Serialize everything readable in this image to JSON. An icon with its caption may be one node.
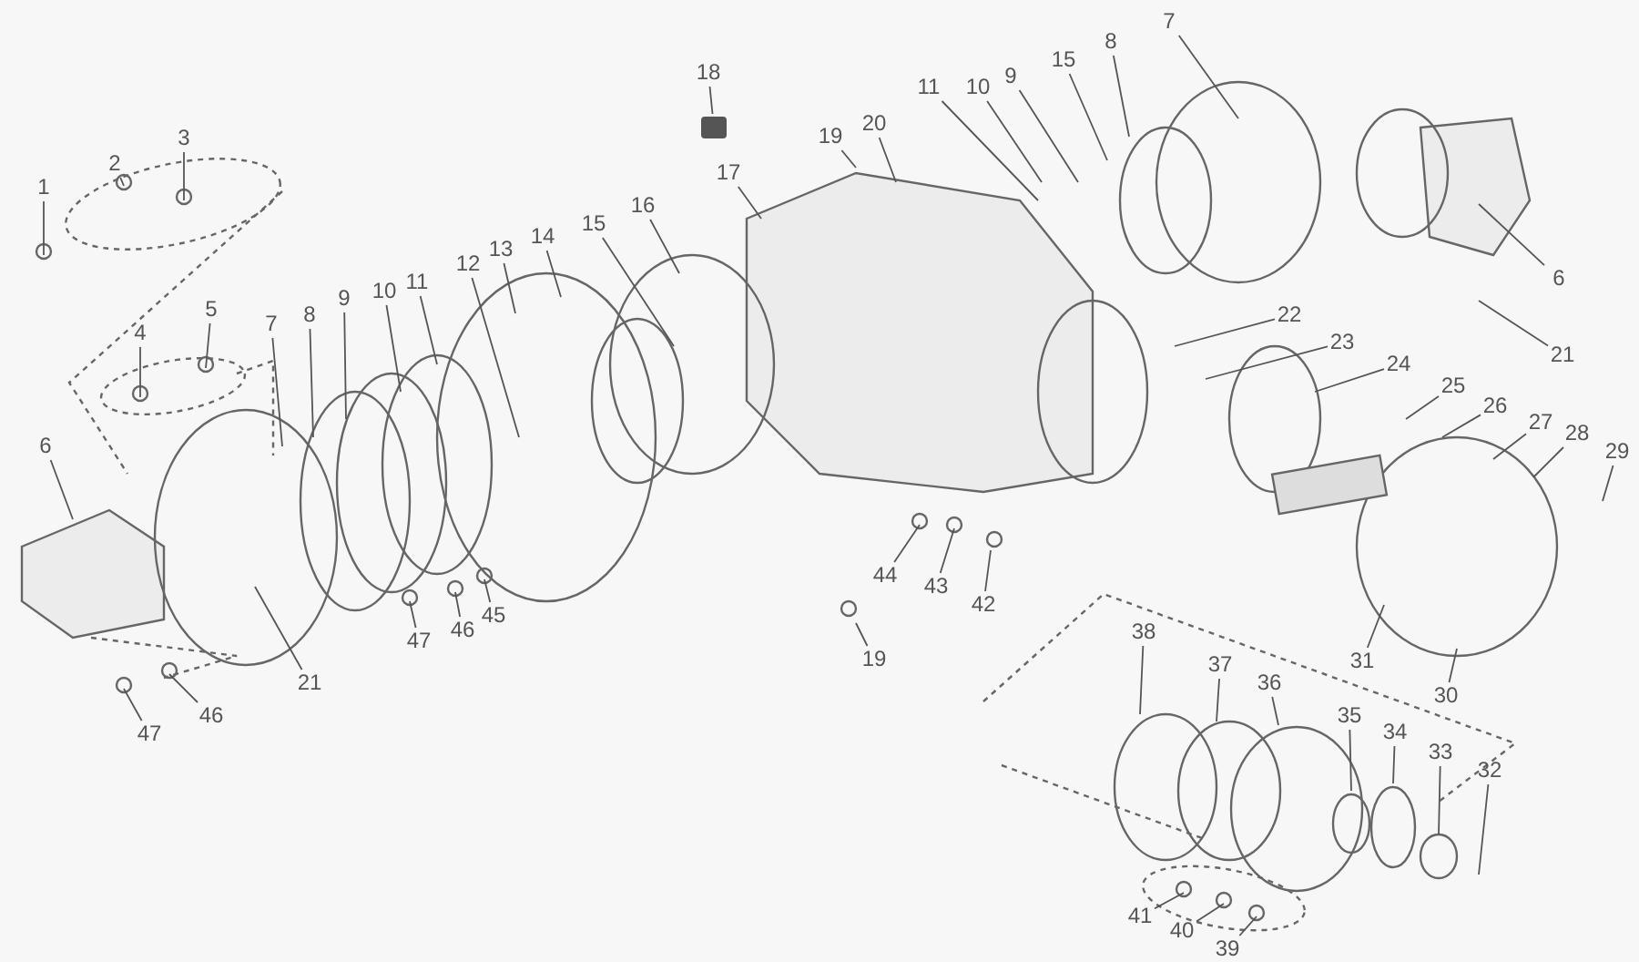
{
  "diagram": {
    "nodes": [
      {
        "text": [
          "1"
        ]
      },
      {
        "text": [
          "2"
        ]
      },
      {
        "text": [
          "3"
        ]
      },
      {
        "text": [
          "4"
        ]
      },
      {
        "text": [
          "5"
        ]
      },
      {
        "text": [
          "6"
        ]
      },
      {
        "text": [
          "7"
        ]
      },
      {
        "text": [
          "8"
        ]
      },
      {
        "text": [
          "9"
        ]
      },
      {
        "text": [
          "10"
        ]
      },
      {
        "text": [
          "11"
        ]
      },
      {
        "text": [
          "12"
        ]
      },
      {
        "text": [
          "13"
        ]
      },
      {
        "text": [
          "14"
        ]
      },
      {
        "text": [
          "15"
        ]
      },
      {
        "text": [
          "16"
        ]
      },
      {
        "text": [
          "17"
        ]
      },
      {
        "text": [
          "18"
        ]
      },
      {
        "text": [
          "19"
        ]
      },
      {
        "text": [
          "20"
        ]
      },
      {
        "text": [
          "11"
        ]
      },
      {
        "text": [
          "10"
        ]
      },
      {
        "text": [
          "9"
        ]
      },
      {
        "text": [
          "15"
        ]
      },
      {
        "text": [
          "8"
        ]
      },
      {
        "text": [
          "7"
        ]
      },
      {
        "text": [
          "6"
        ]
      },
      {
        "text": [
          "21"
        ]
      },
      {
        "text": [
          "21"
        ]
      },
      {
        "text": [
          "22"
        ]
      },
      {
        "text": [
          "23"
        ]
      },
      {
        "text": [
          "24"
        ]
      },
      {
        "text": [
          "25"
        ]
      },
      {
        "text": [
          "26"
        ]
      },
      {
        "text": [
          "27"
        ]
      },
      {
        "text": [
          "28"
        ]
      },
      {
        "text": [
          "29"
        ]
      },
      {
        "text": [
          "44"
        ]
      },
      {
        "text": [
          "43"
        ]
      },
      {
        "text": [
          "42"
        ]
      },
      {
        "text": [
          "19"
        ]
      },
      {
        "text": [
          "47"
        ]
      },
      {
        "text": [
          "46"
        ]
      },
      {
        "text": [
          "45"
        ]
      },
      {
        "text": [
          "47"
        ]
      },
      {
        "text": [
          "46"
        ]
      },
      {
        "text": [
          "31"
        ]
      },
      {
        "text": [
          "30"
        ]
      },
      {
        "text": [
          "38"
        ]
      },
      {
        "text": [
          "37"
        ]
      },
      {
        "text": [
          "36"
        ]
      },
      {
        "text": [
          "35"
        ]
      },
      {
        "text": [
          "34"
        ]
      },
      {
        "text": [
          "33"
        ]
      },
      {
        "text": [
          "32"
        ]
      },
      {
        "text": [
          "41"
        ]
      },
      {
        "text": [
          "40"
        ]
      },
      {
        "text": [
          "39"
        ]
      },
      {
        "text": [],
        "shape": "box"
      }
    ],
    "edges": [
      {
        "from": 0,
        "to": null,
        "arrow": "none"
      },
      {
        "from": 1,
        "to": null,
        "arrow": "none"
      },
      {
        "from": 2,
        "to": null,
        "arrow": "none"
      },
      {
        "from": 3,
        "to": null,
        "arrow": "none"
      },
      {
        "from": 4,
        "to": null,
        "arrow": "none"
      },
      {
        "from": 5,
        "to": null,
        "arrow": "none"
      },
      {
        "from": 6,
        "to": null,
        "arrow": "none"
      },
      {
        "from": 7,
        "to": null,
        "arrow": "none"
      },
      {
        "from": 8,
        "to": null,
        "arrow": "none"
      },
      {
        "from": 9,
        "to": null,
        "arrow": "none"
      },
      {
        "from": 10,
        "to": null,
        "arrow": "none"
      },
      {
        "from": 11,
        "to": null,
        "arrow": "none"
      },
      {
        "from": 12,
        "to": null,
        "arrow": "none"
      },
      {
        "from": 13,
        "to": null,
        "arrow": "none"
      },
      {
        "from": 14,
        "to": null,
        "arrow": "none"
      },
      {
        "from": 15,
        "to": null,
        "arrow": "none"
      },
      {
        "from": 16,
        "to": null,
        "arrow": "none"
      },
      {
        "from": 17,
        "to": 58,
        "arrow": "none"
      },
      {
        "from": 18,
        "to": null,
        "arrow": "none"
      },
      {
        "from": 19,
        "to": null,
        "arrow": "none"
      },
      {
        "from": 20,
        "to": null,
        "arrow": "none"
      },
      {
        "from": 21,
        "to": null,
        "arrow": "none"
      },
      {
        "from": 22,
        "to": null,
        "arrow": "none"
      },
      {
        "from": 23,
        "to": null,
        "arrow": "none"
      },
      {
        "from": 24,
        "to": null,
        "arrow": "none"
      },
      {
        "from": 25,
        "to": null,
        "arrow": "none"
      },
      {
        "from": 26,
        "to": null,
        "arrow": "none"
      },
      {
        "from": 27,
        "to": null,
        "arrow": "none"
      },
      {
        "from": 28,
        "to": null,
        "arrow": "none"
      },
      {
        "from": 29,
        "to": null,
        "arrow": "none"
      },
      {
        "from": 30,
        "to": null,
        "arrow": "none"
      },
      {
        "from": 31,
        "to": null,
        "arrow": "none"
      },
      {
        "from": 32,
        "to": null,
        "arrow": "none"
      },
      {
        "from": 33,
        "to": null,
        "arrow": "none"
      },
      {
        "from": 34,
        "to": null,
        "arrow": "none"
      },
      {
        "from": 35,
        "to": null,
        "arrow": "none"
      },
      {
        "from": 36,
        "to": null,
        "arrow": "none"
      },
      {
        "from": 37,
        "to": null,
        "arrow": "none"
      },
      {
        "from": 38,
        "to": null,
        "arrow": "none"
      },
      {
        "from": 39,
        "to": null,
        "arrow": "none"
      },
      {
        "from": 40,
        "to": null,
        "arrow": "none"
      },
      {
        "from": 41,
        "to": null,
        "arrow": "none"
      },
      {
        "from": 42,
        "to": null,
        "arrow": "none"
      },
      {
        "from": 43,
        "to": null,
        "arrow": "none"
      },
      {
        "from": 44,
        "to": null,
        "arrow": "none"
      },
      {
        "from": 45,
        "to": null,
        "arrow": "none"
      },
      {
        "from": 46,
        "to": null,
        "arrow": "none"
      },
      {
        "from": 47,
        "to": null,
        "arrow": "none"
      },
      {
        "from": 48,
        "to": null,
        "arrow": "none"
      },
      {
        "from": 49,
        "to": null,
        "arrow": "none"
      },
      {
        "from": 50,
        "to": null,
        "arrow": "none"
      },
      {
        "from": 51,
        "to": null,
        "arrow": "none"
      },
      {
        "from": 52,
        "to": null,
        "arrow": "none"
      },
      {
        "from": 53,
        "to": null,
        "arrow": "none"
      },
      {
        "from": 54,
        "to": null,
        "arrow": "none"
      },
      {
        "from": 55,
        "to": null,
        "arrow": "none"
      },
      {
        "from": 56,
        "to": null,
        "arrow": "none"
      },
      {
        "from": 57,
        "to": null,
        "arrow": "none"
      }
    ]
  }
}
